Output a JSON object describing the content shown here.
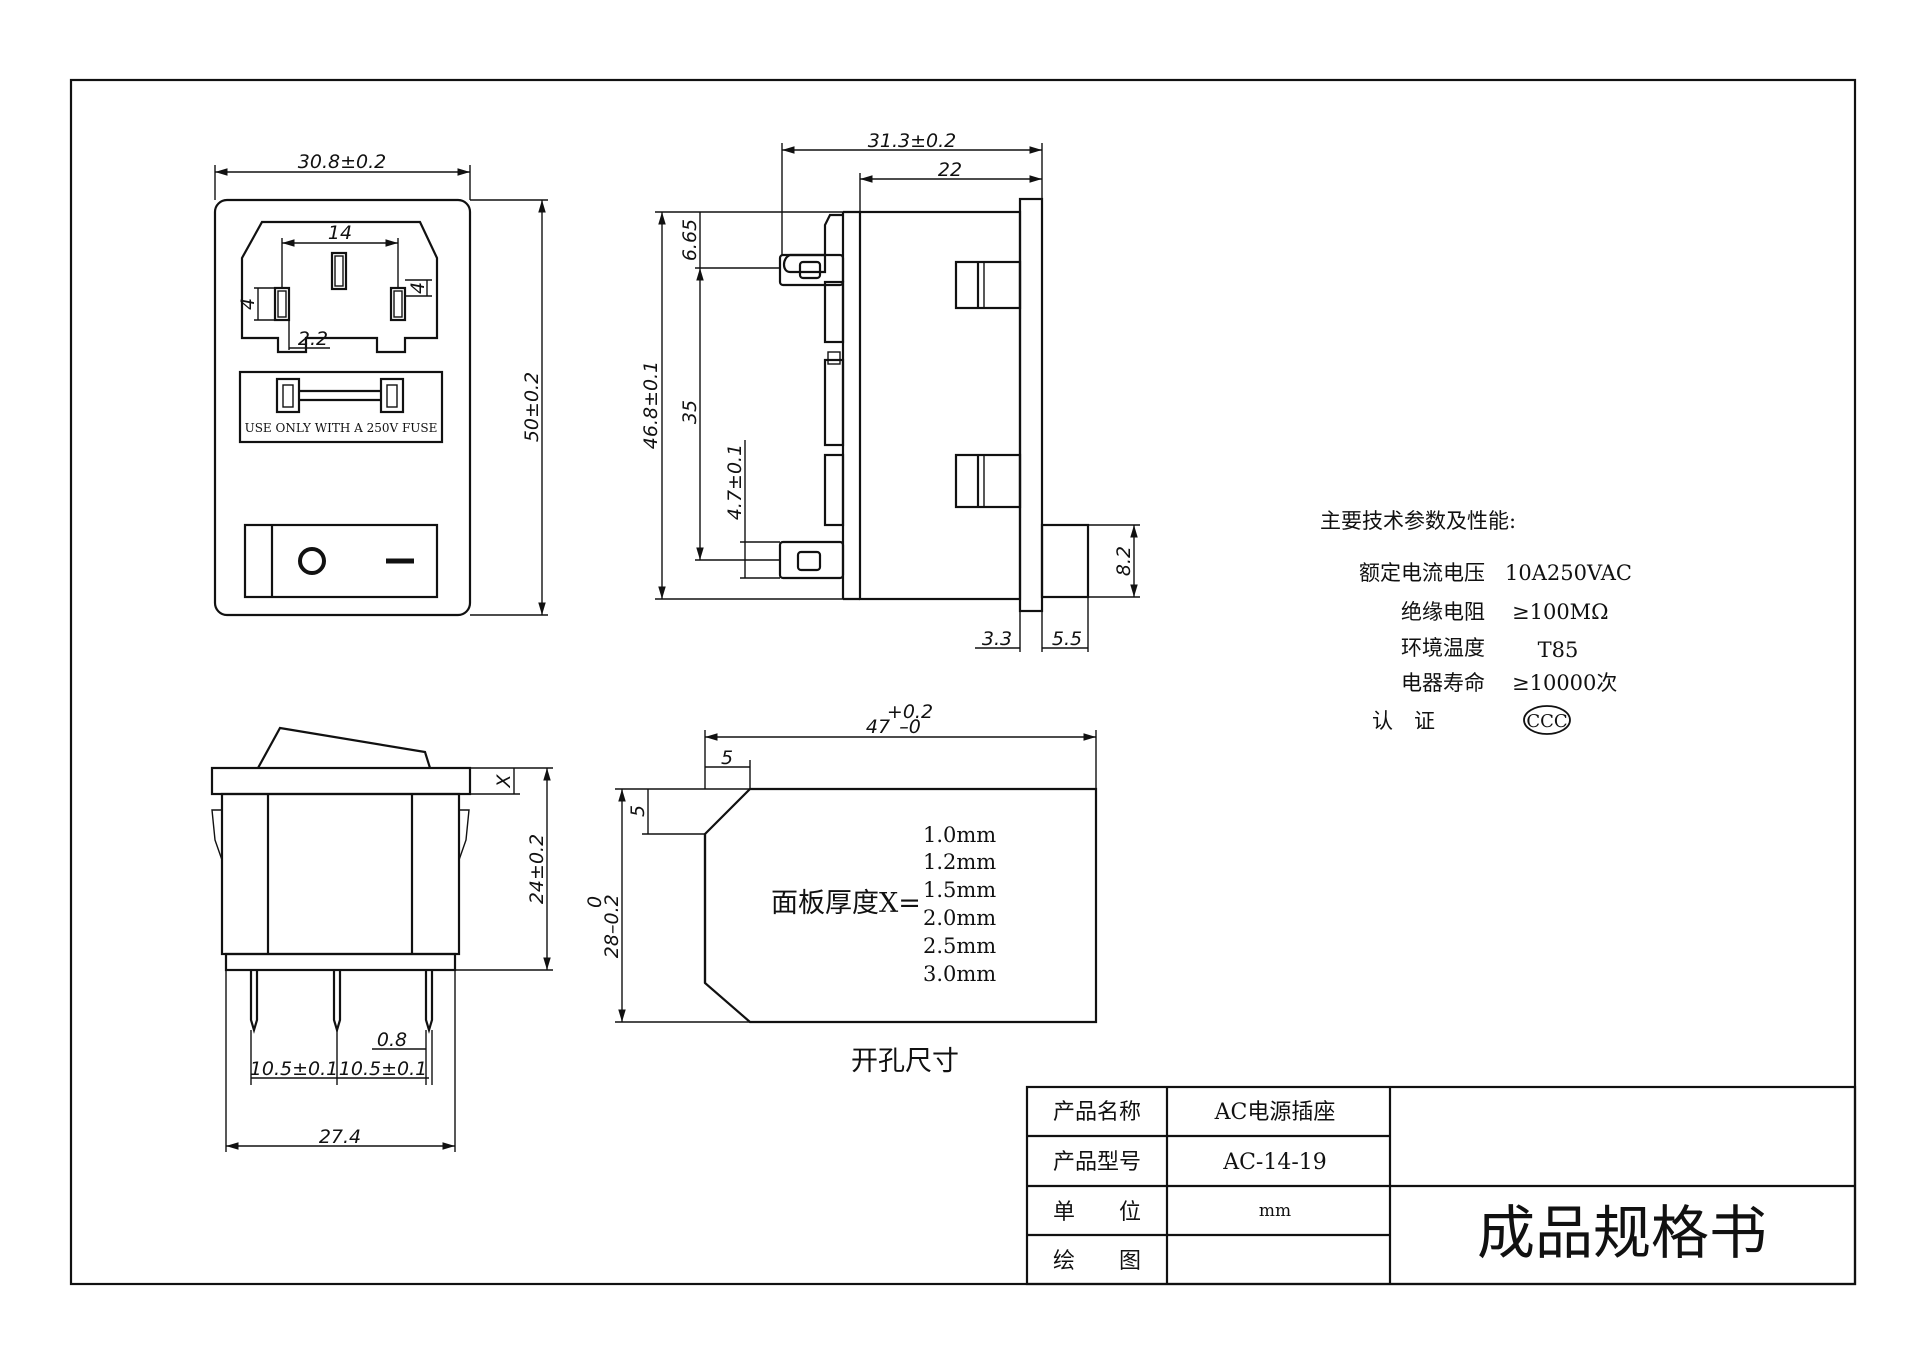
{
  "front_view": {
    "fuse_note": "USE ONLY WITH A 250V FUSE",
    "dims": {
      "width": "30.8±0.2",
      "height": "50±0.2",
      "pin_spacing": "14",
      "pin_left_h": "4",
      "pin_right_h": "4",
      "pin_offset": "2.2"
    }
  },
  "side_view": {
    "dims": {
      "overall_depth": "31.3±0.2",
      "body_depth": "22",
      "top_offset": "6.65",
      "height": "46.8±0.1",
      "terminal_span": "35",
      "bottom_offset": "4.7±0.1",
      "flange": "3.3",
      "switch_protrusion": "5.5",
      "switch_height": "8.2"
    }
  },
  "bottom_view": {
    "dims": {
      "height": "24±0.2",
      "panel": "X",
      "pin_width": "0.8",
      "pitch_left": "10.5±0.1",
      "pitch_right": "10.5±0.1",
      "width": "27.4"
    }
  },
  "cutout": {
    "width_base": "47",
    "width_tol_plus": "+0.2",
    "width_tol_minus": "–0",
    "height_base": "28",
    "height_tol_plus": "0",
    "height_tol_minus": "–0.2",
    "corner_x": "5",
    "corner_y": "5",
    "thickness_label": "面板厚度X=",
    "thickness_options": [
      "1.0mm",
      "1.2mm",
      "1.5mm",
      "2.0mm",
      "2.5mm",
      "3.0mm"
    ],
    "caption": "开孔尺寸"
  },
  "specs": {
    "title": "主要技术参数及性能:",
    "rows": [
      {
        "label": "额定电流电压",
        "value": "10A250VAC"
      },
      {
        "label": "绝缘电阻",
        "value": "≥100MΩ"
      },
      {
        "label": "环境温度",
        "value": "T85"
      },
      {
        "label": "电器寿命",
        "value": "≥10000次"
      },
      {
        "label": "认　证",
        "value": "CCC"
      }
    ]
  },
  "title_block": {
    "rows": [
      {
        "label": "产品名称",
        "value": "AC电源插座"
      },
      {
        "label": "产品型号",
        "value": "AC-14-19"
      },
      {
        "label": "单　　位",
        "value": "mm"
      },
      {
        "label": "绘　　图",
        "value": ""
      }
    ],
    "doc_title": "成品规格书"
  }
}
